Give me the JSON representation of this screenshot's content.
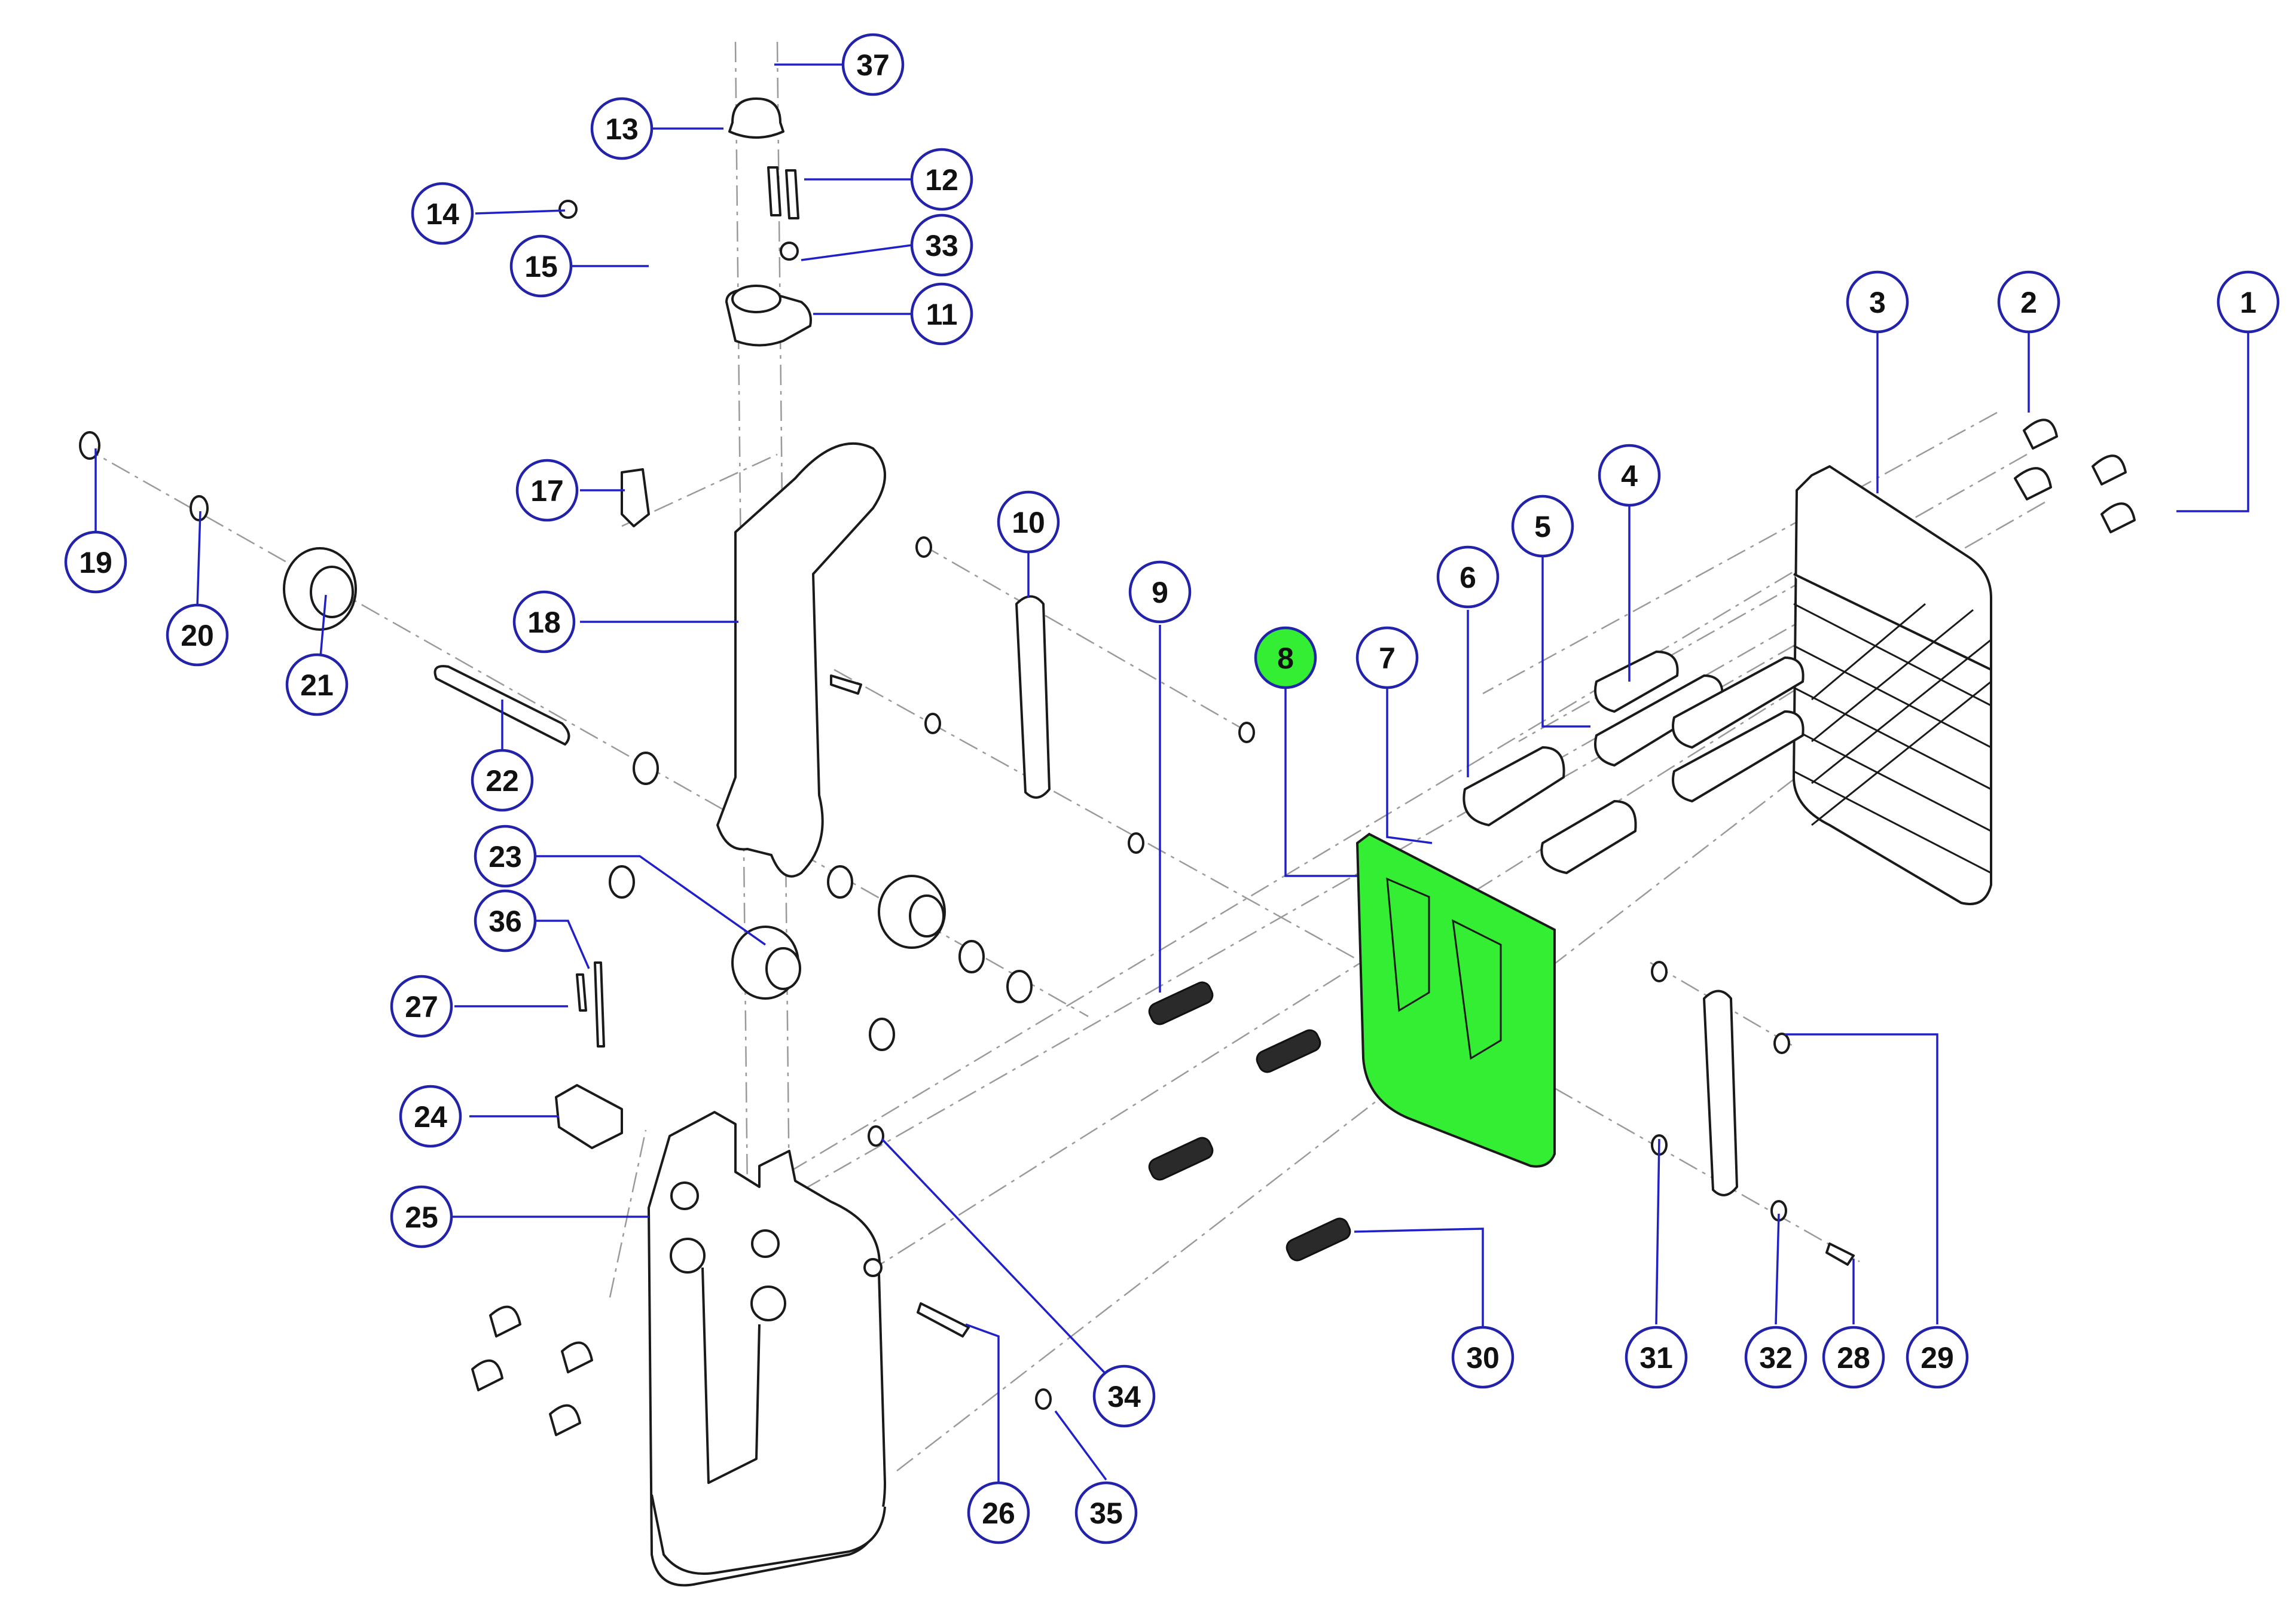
{
  "diagram": {
    "highlight_color": "#33ee33",
    "leader_color": "#2020c8",
    "balloons": [
      {
        "label": "1",
        "highlighted": false
      },
      {
        "label": "2",
        "highlighted": false
      },
      {
        "label": "3",
        "highlighted": false
      },
      {
        "label": "4",
        "highlighted": false
      },
      {
        "label": "5",
        "highlighted": false
      },
      {
        "label": "6",
        "highlighted": false
      },
      {
        "label": "7",
        "highlighted": false
      },
      {
        "label": "8",
        "highlighted": true
      },
      {
        "label": "9",
        "highlighted": false
      },
      {
        "label": "10",
        "highlighted": false
      },
      {
        "label": "11",
        "highlighted": false
      },
      {
        "label": "12",
        "highlighted": false
      },
      {
        "label": "13",
        "highlighted": false
      },
      {
        "label": "14",
        "highlighted": false
      },
      {
        "label": "15",
        "highlighted": false
      },
      {
        "label": "17",
        "highlighted": false
      },
      {
        "label": "18",
        "highlighted": false
      },
      {
        "label": "19",
        "highlighted": false
      },
      {
        "label": "20",
        "highlighted": false
      },
      {
        "label": "21",
        "highlighted": false
      },
      {
        "label": "22",
        "highlighted": false
      },
      {
        "label": "23",
        "highlighted": false
      },
      {
        "label": "24",
        "highlighted": false
      },
      {
        "label": "25",
        "highlighted": false
      },
      {
        "label": "26",
        "highlighted": false
      },
      {
        "label": "27",
        "highlighted": false
      },
      {
        "label": "28",
        "highlighted": false
      },
      {
        "label": "29",
        "highlighted": false
      },
      {
        "label": "30",
        "highlighted": false
      },
      {
        "label": "31",
        "highlighted": false
      },
      {
        "label": "32",
        "highlighted": false
      },
      {
        "label": "33",
        "highlighted": false
      },
      {
        "label": "34",
        "highlighted": false
      },
      {
        "label": "35",
        "highlighted": false
      },
      {
        "label": "36",
        "highlighted": false
      },
      {
        "label": "37",
        "highlighted": false
      }
    ]
  }
}
